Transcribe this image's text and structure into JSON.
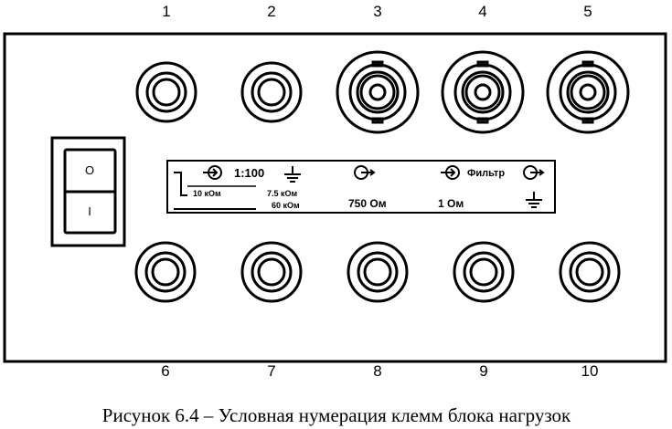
{
  "terminal_numbers": [
    "1",
    "2",
    "3",
    "4",
    "5",
    "6",
    "7",
    "8",
    "9",
    "10"
  ],
  "switch": {
    "off_label": "O",
    "on_label": "I"
  },
  "panel": {
    "ratio": "1:100",
    "filter": "Фильтр",
    "r_10k": "10 кОм",
    "r_7_5k": "7.5 кОм",
    "r_60k": "60 кОм",
    "r_750": "750 Ом",
    "r_1": "1 Ом"
  },
  "caption": "Рисунок 6.4 – Условная нумерация клемм блока нагрузок"
}
